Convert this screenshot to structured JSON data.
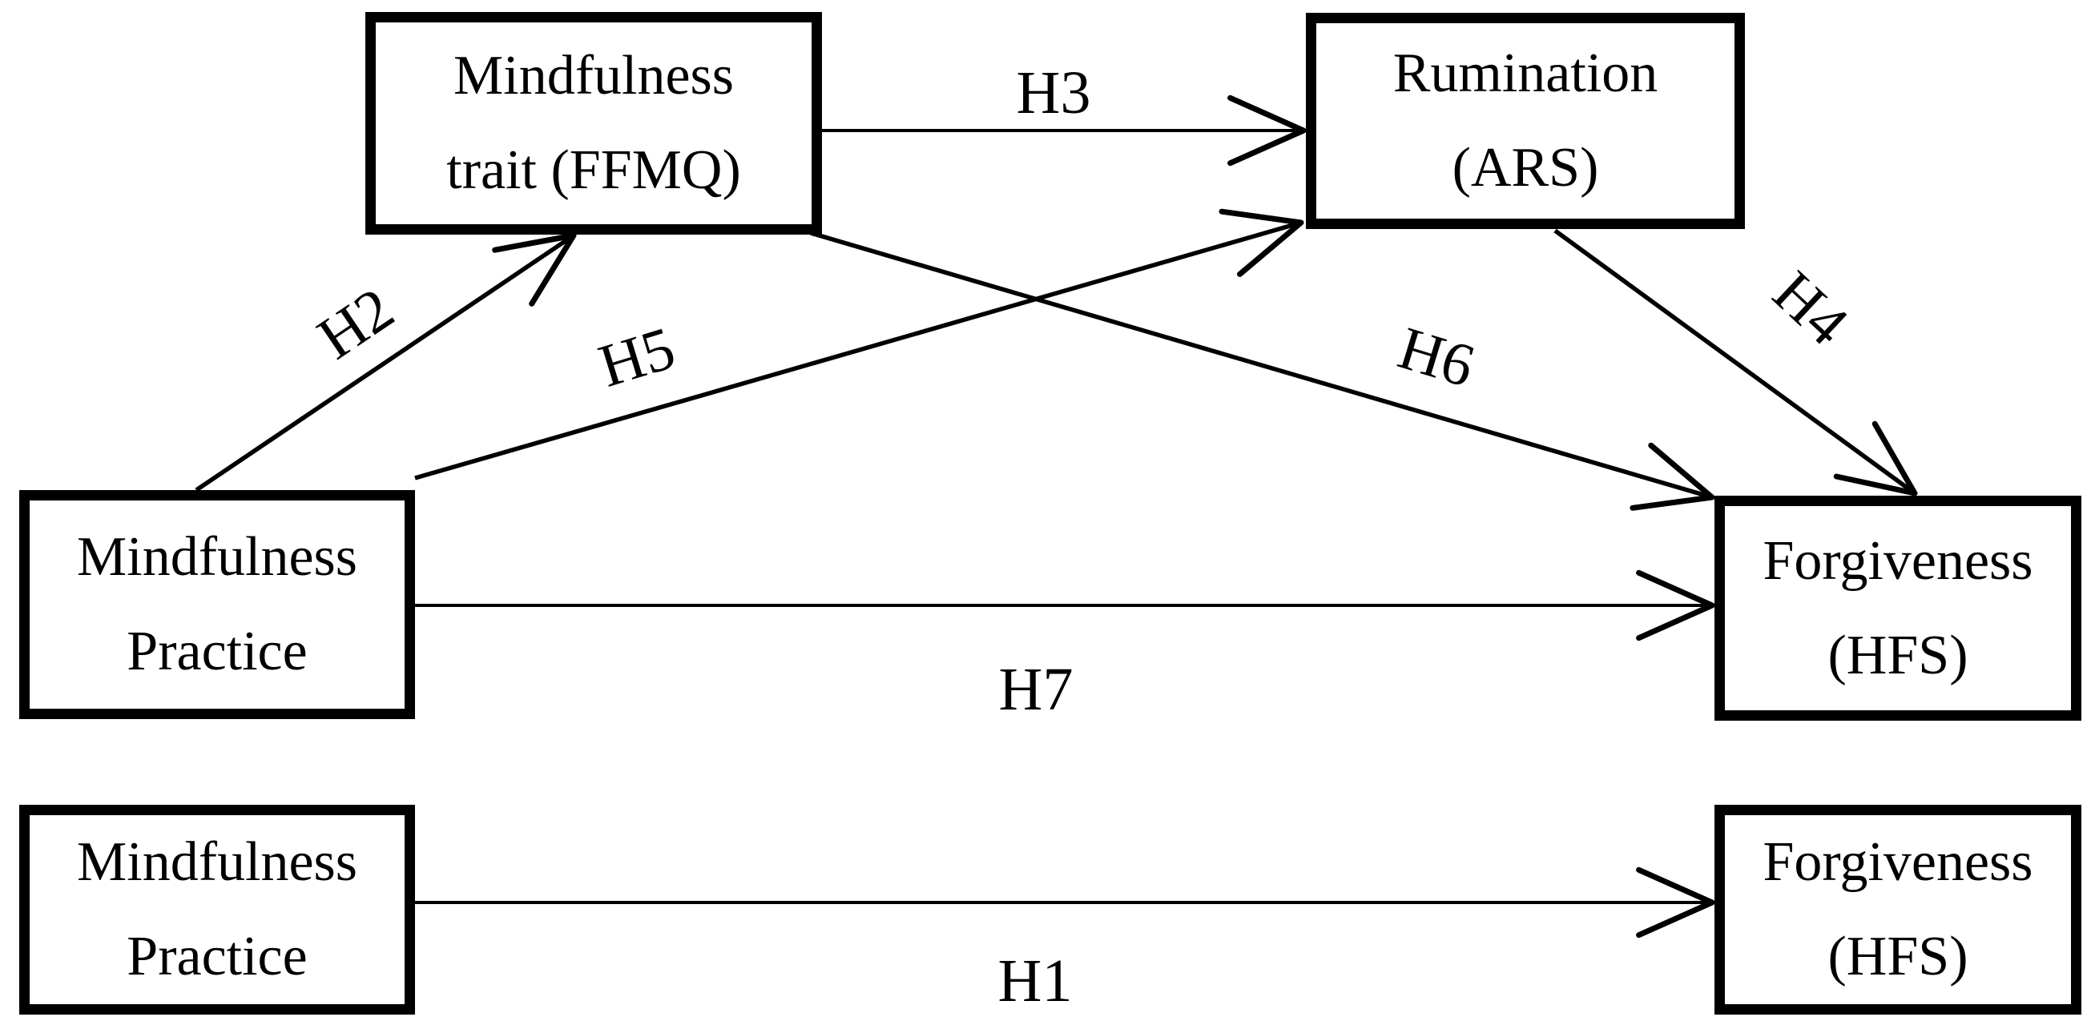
{
  "figure": {
    "type": "path-diagram",
    "background_color": "#ffffff",
    "ink_color": "#000000",
    "nodes": {
      "ffmq": {
        "line1": "Mindfulness",
        "line2": "trait (FFMQ)"
      },
      "ars": {
        "line1": "Rumination",
        "line2": "(ARS)"
      },
      "practice_top": {
        "line1": "Mindfulness",
        "line2": "Practice"
      },
      "hfs_top": {
        "line1": "Forgiveness",
        "line2": "(HFS)"
      },
      "practice_bottom": {
        "line1": "Mindfulness",
        "line2": "Practice"
      },
      "hfs_bottom": {
        "line1": "Forgiveness",
        "line2": "(HFS)"
      }
    },
    "edges": [
      {
        "label": "H1",
        "from": "practice_bottom",
        "to": "hfs_bottom"
      },
      {
        "label": "H2",
        "from": "practice_top",
        "to": "ffmq"
      },
      {
        "label": "H3",
        "from": "ffmq",
        "to": "ars"
      },
      {
        "label": "H4",
        "from": "ars",
        "to": "hfs_top"
      },
      {
        "label": "H5",
        "from": "practice_top",
        "to": "ars"
      },
      {
        "label": "H6",
        "from": "ffmq",
        "to": "hfs_top"
      },
      {
        "label": "H7",
        "from": "practice_top",
        "to": "hfs_top"
      }
    ]
  }
}
